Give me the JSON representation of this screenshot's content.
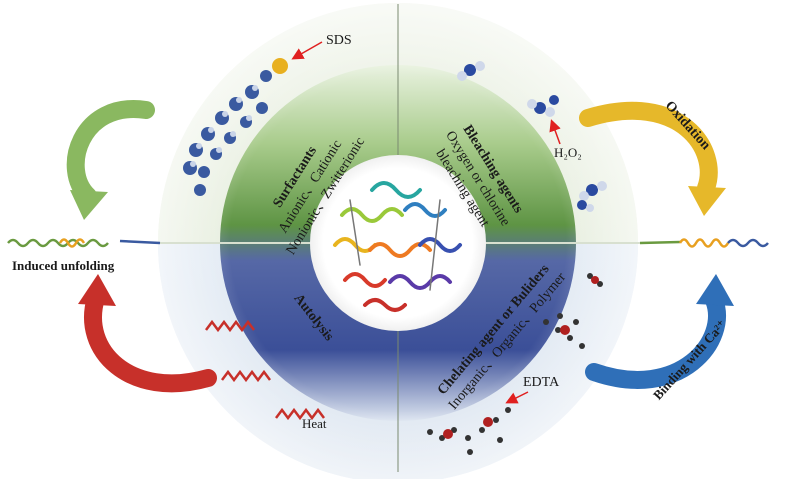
{
  "quadrants": {
    "surfactants": {
      "title": "Surfactants",
      "line1": "Anionic、Cationic",
      "line2": "Nonionic、Zwitterionic",
      "molecule_label": "SDS"
    },
    "bleaching": {
      "title": "Bleaching agents",
      "line1": "Oxygen or chlorine",
      "line2": "bleaching agent",
      "molecule_label": "H₂O₂"
    },
    "autolysis": {
      "title": "Autolysis",
      "heat_label": "Heat"
    },
    "chelating": {
      "title": "Chelating agent or Buliders",
      "line1": "Inorganic、Organic、Polymer",
      "molecule_label": "EDTA"
    }
  },
  "side_labels": {
    "left": "Induced unfolding",
    "oxidation": "Oxidation",
    "binding": "Binding with Ca²⁺"
  },
  "colors": {
    "top_band_green": "#8fb96f",
    "bottom_band_blue": "#4a5fa8",
    "arrow_green": "#8ab860",
    "arrow_yellow": "#e6b82a",
    "arrow_red": "#c7302a",
    "arrow_blue": "#2f6fb8",
    "pointer_red": "#e02020"
  }
}
